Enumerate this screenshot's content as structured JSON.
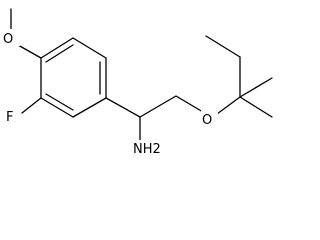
{
  "molecule": {
    "atoms": {
      "methoxy_oxygen": "O",
      "fluorine": "F",
      "amine": "NH2",
      "ether_oxygen": "O"
    }
  }
}
